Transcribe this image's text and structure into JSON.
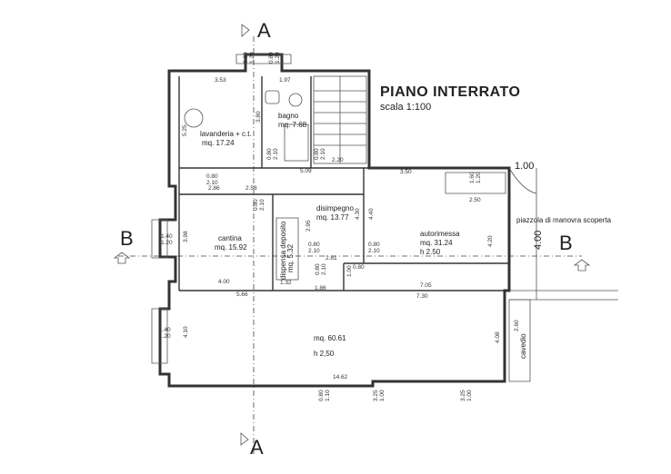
{
  "plan": {
    "title": "PIANO INTERRATO",
    "scale": "scala 1:100",
    "sections": {
      "a_top": "A",
      "a_bottom": "A",
      "b_left": "B",
      "b_right": "B"
    },
    "rooms": {
      "lavanderia": {
        "name": "lavanderia + c.t.",
        "area": "mq. 17.24"
      },
      "bagno": {
        "name": "bagno",
        "area": "mq. 7.68"
      },
      "disimpegno": {
        "name": "disimpegno",
        "area": "mq. 13.77"
      },
      "cantina": {
        "name": "cantina",
        "area": "mq. 15.92"
      },
      "ripostiglio": {
        "name": "dispensa deposito",
        "area": "mq. 5.32"
      },
      "autorimessa": {
        "name": "autorimessa",
        "area": "mq. 31.24",
        "height": "h 2.50"
      },
      "grande": {
        "area": "mq. 60.61",
        "height": "h 2,50"
      },
      "piazzola": {
        "name": "piazzola di manovra scoperta"
      },
      "cavedio": {
        "name": "cavedio"
      }
    },
    "dimensions": {
      "d353": "3.53",
      "d197": "1.97",
      "d525": "5.25",
      "d380": "3.80",
      "d509": "5.09",
      "d220": "2.20",
      "d286": "2.86",
      "d258": "2.58",
      "d350": "3.50",
      "d100": "1.00",
      "d250": "2.50",
      "d430": "4.30",
      "d440": "4.40",
      "d295": "2.95",
      "d398": "3.98",
      "d281": "2.81",
      "d400": "4.00",
      "d566": "5.66",
      "d132": "1.32",
      "d186": "1.86",
      "d705": "7.05",
      "d730": "7.30",
      "d410": "4.10",
      "d1462": "14.62",
      "d400b": "4.00",
      "d420": "4.20",
      "d408": "4.08",
      "d260": "2.60"
    },
    "openings": {
      "w_top1": "0.80",
      "w_top1b": "1.20",
      "w_top2": "0.80",
      "w_top2b": "1.20",
      "d_bagno": "0.80",
      "d_bagno_b": "2.10",
      "d_lav": "0.80",
      "d_lav_b": "2.10",
      "d_scala": "0.80",
      "d_scala_b": "2.10",
      "d_can": "0.80",
      "d_can_b": "2.10",
      "d_dis": "0.80",
      "d_dis_b": "2.10",
      "d_aut": "0.80",
      "d_aut_b": "2.10",
      "w_can": "1.40",
      "w_can_b": "1.20",
      "w_big": "1.40",
      "w_big_b": "1.20",
      "d_rip": "0.80",
      "d_rip_b": "2.10",
      "w_bot1": "0.80",
      "w_bot1b": "1.10",
      "w_bot2": "3.25",
      "w_bot2b": "1.00",
      "w_bot3": "3.25",
      "w_bot3b": "1.00",
      "w_aut": "1.60",
      "w_aut_b": "1.20",
      "d_1_00": "1.00",
      "d_080": "0.80"
    }
  }
}
